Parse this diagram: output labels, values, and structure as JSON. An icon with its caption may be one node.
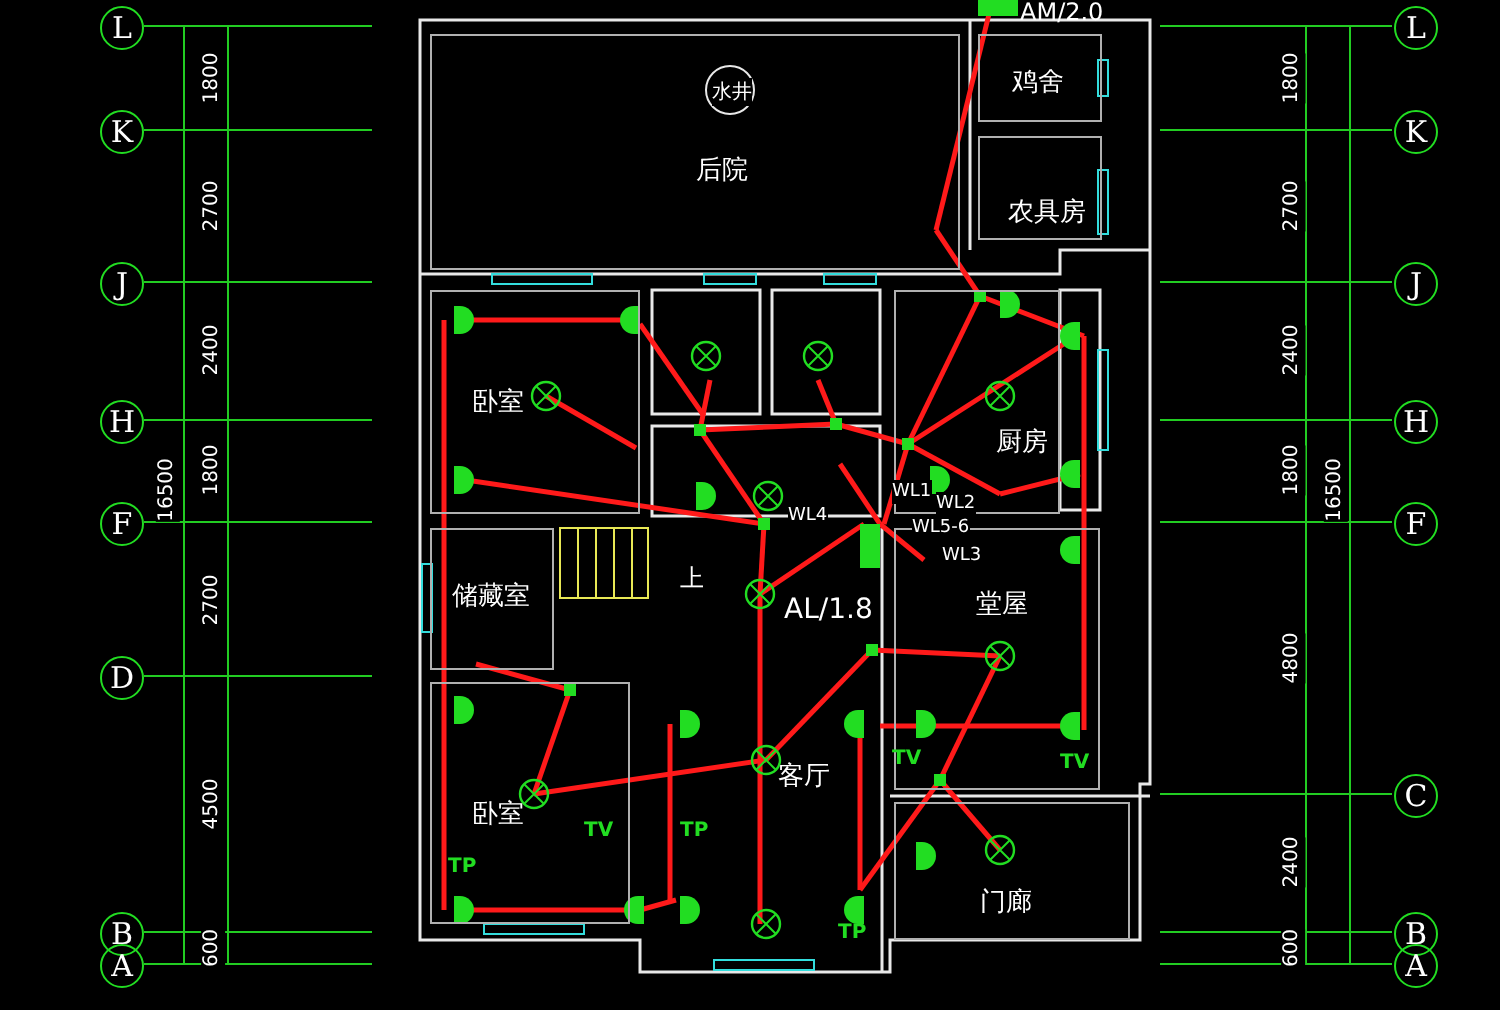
{
  "diagram": {
    "nodes": [
      {
        "text": [
          "L"
        ]
      },
      {
        "text": [
          "K"
        ]
      },
      {
        "text": [
          "J"
        ]
      },
      {
        "text": [
          "H"
        ]
      },
      {
        "text": [
          "F"
        ]
      },
      {
        "text": [
          "D"
        ]
      },
      {
        "text": [
          "B"
        ]
      },
      {
        "text": [
          "A"
        ]
      },
      {
        "text": [
          "L"
        ]
      },
      {
        "text": [
          "K"
        ]
      },
      {
        "text": [
          "J"
        ]
      },
      {
        "text": [
          "H"
        ]
      },
      {
        "text": [
          "F"
        ]
      },
      {
        "text": [
          "C"
        ]
      },
      {
        "text": [
          "B"
        ]
      },
      {
        "text": [
          "A"
        ]
      },
      {
        "text": [
          "后院"
        ]
      },
      {
        "text": [
          "水井"
        ],
        "in": 16
      },
      {
        "text": [
          "鸡舍"
        ]
      },
      {
        "text": [
          "农具房"
        ]
      },
      {
        "text": [
          "卧室"
        ]
      },
      {
        "text": [
          "厨房"
        ]
      },
      {
        "text": [
          "储藏室"
        ]
      },
      {
        "text": [
          "客厅"
        ]
      },
      {
        "text": [
          "堂屋"
        ]
      },
      {
        "text": [
          "卧室"
        ]
      },
      {
        "text": [
          "门廊"
        ]
      }
    ],
    "labels": [
      "AM/2.0",
      "1800",
      "2700",
      "2400",
      "1800",
      "16500",
      "2700",
      "4500",
      "600",
      "1800",
      "2700",
      "2400",
      "1800",
      "16500",
      "4800",
      "2400",
      "600",
      "WL1",
      "WL2",
      "WL4",
      "WL5-6",
      "上",
      "WL3",
      "AL/1.8",
      "TV",
      "TV",
      "TP",
      "TP",
      "TV",
      "TP"
    ]
  }
}
